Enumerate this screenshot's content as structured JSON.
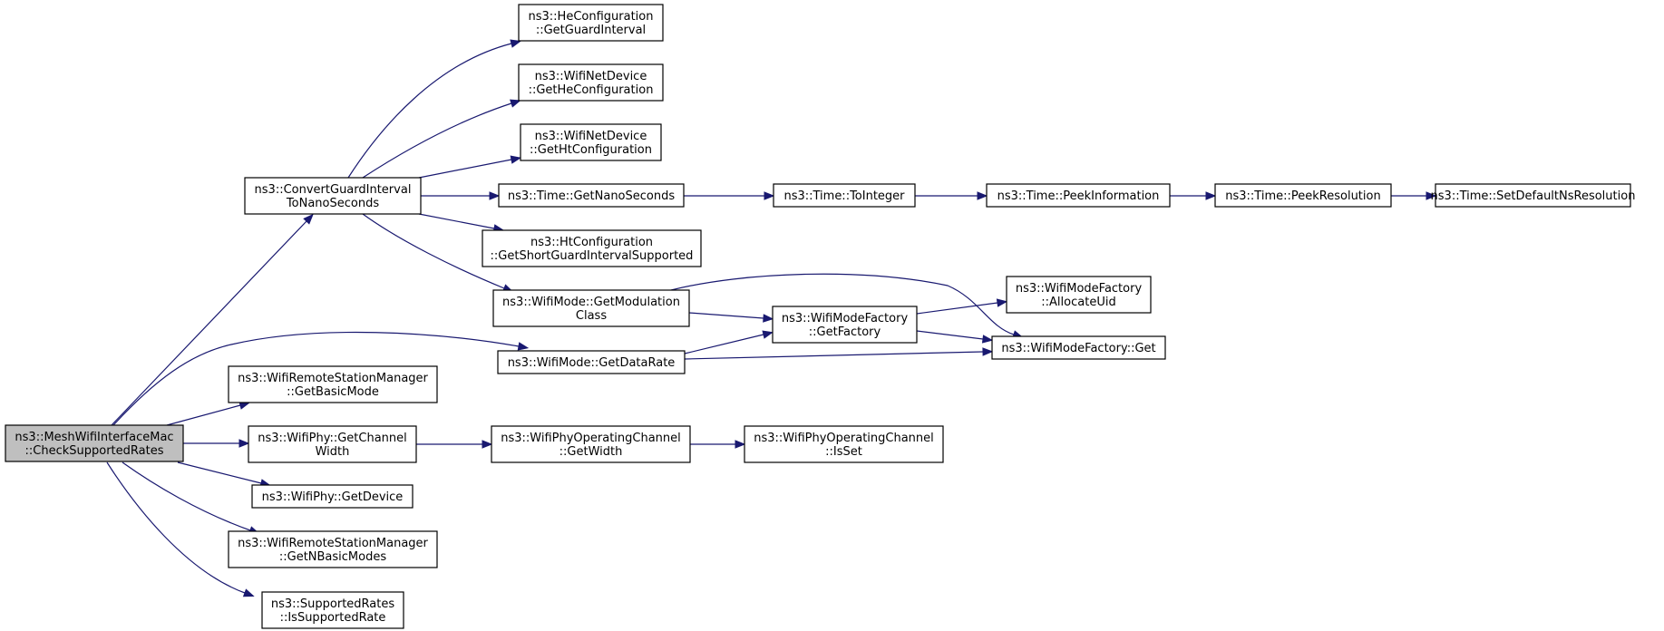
{
  "diagram": {
    "type": "call-graph",
    "nodes": [
      {
        "id": "root",
        "lines": [
          "ns3::MeshWifiInterfaceMac",
          "::CheckSupportedRates"
        ],
        "highlighted": true
      },
      {
        "id": "convert",
        "lines": [
          "ns3::ConvertGuardInterval",
          "ToNanoSeconds"
        ]
      },
      {
        "id": "heGuard",
        "lines": [
          "ns3::HeConfiguration",
          "::GetGuardInterval"
        ]
      },
      {
        "id": "getHeConf",
        "lines": [
          "ns3::WifiNetDevice",
          "::GetHeConfiguration"
        ]
      },
      {
        "id": "getHtConf",
        "lines": [
          "ns3::WifiNetDevice",
          "::GetHtConfiguration"
        ]
      },
      {
        "id": "getNano",
        "lines": [
          "ns3::Time::GetNanoSeconds"
        ]
      },
      {
        "id": "toInteger",
        "lines": [
          "ns3::Time::ToInteger"
        ]
      },
      {
        "id": "peekInfo",
        "lines": [
          "ns3::Time::PeekInformation"
        ]
      },
      {
        "id": "peekRes",
        "lines": [
          "ns3::Time::PeekResolution"
        ]
      },
      {
        "id": "setDefNs",
        "lines": [
          "ns3::Time::SetDefaultNsResolution"
        ]
      },
      {
        "id": "htShortGI",
        "lines": [
          "ns3::HtConfiguration",
          "::GetShortGuardIntervalSupported"
        ]
      },
      {
        "id": "getModClass",
        "lines": [
          "ns3::WifiMode::GetModulation",
          "Class"
        ]
      },
      {
        "id": "getFactory",
        "lines": [
          "ns3::WifiModeFactory",
          "::GetFactory"
        ]
      },
      {
        "id": "allocUid",
        "lines": [
          "ns3::WifiModeFactory",
          "::AllocateUid"
        ]
      },
      {
        "id": "factoryGet",
        "lines": [
          "ns3::WifiModeFactory::Get"
        ]
      },
      {
        "id": "getDataRate",
        "lines": [
          "ns3::WifiMode::GetDataRate"
        ]
      },
      {
        "id": "getBasicMode",
        "lines": [
          "ns3::WifiRemoteStationManager",
          "::GetBasicMode"
        ]
      },
      {
        "id": "getChWidth",
        "lines": [
          "ns3::WifiPhy::GetChannel",
          "Width"
        ]
      },
      {
        "id": "opGetWidth",
        "lines": [
          "ns3::WifiPhyOperatingChannel",
          "::GetWidth"
        ]
      },
      {
        "id": "opIsSet",
        "lines": [
          "ns3::WifiPhyOperatingChannel",
          "::IsSet"
        ]
      },
      {
        "id": "getDevice",
        "lines": [
          "ns3::WifiPhy::GetDevice"
        ]
      },
      {
        "id": "getNBasic",
        "lines": [
          "ns3::WifiRemoteStationManager",
          "::GetNBasicModes"
        ]
      },
      {
        "id": "isSupRate",
        "lines": [
          "ns3::SupportedRates",
          "::IsSupportedRate"
        ]
      }
    ],
    "edges": [
      {
        "from": "root",
        "to": "convert"
      },
      {
        "from": "root",
        "to": "getDataRate"
      },
      {
        "from": "root",
        "to": "getBasicMode"
      },
      {
        "from": "root",
        "to": "getChWidth"
      },
      {
        "from": "root",
        "to": "getDevice"
      },
      {
        "from": "root",
        "to": "getNBasic"
      },
      {
        "from": "root",
        "to": "isSupRate"
      },
      {
        "from": "convert",
        "to": "heGuard"
      },
      {
        "from": "convert",
        "to": "getHeConf"
      },
      {
        "from": "convert",
        "to": "getHtConf"
      },
      {
        "from": "convert",
        "to": "getNano"
      },
      {
        "from": "convert",
        "to": "htShortGI"
      },
      {
        "from": "convert",
        "to": "getModClass"
      },
      {
        "from": "getNano",
        "to": "toInteger"
      },
      {
        "from": "toInteger",
        "to": "peekInfo"
      },
      {
        "from": "peekInfo",
        "to": "peekRes"
      },
      {
        "from": "peekRes",
        "to": "setDefNs"
      },
      {
        "from": "getModClass",
        "to": "getFactory"
      },
      {
        "from": "getModClass",
        "to": "factoryGet"
      },
      {
        "from": "getFactory",
        "to": "allocUid"
      },
      {
        "from": "getFactory",
        "to": "factoryGet"
      },
      {
        "from": "getDataRate",
        "to": "getFactory"
      },
      {
        "from": "getDataRate",
        "to": "factoryGet"
      },
      {
        "from": "getChWidth",
        "to": "opGetWidth"
      },
      {
        "from": "opGetWidth",
        "to": "opIsSet"
      }
    ]
  }
}
